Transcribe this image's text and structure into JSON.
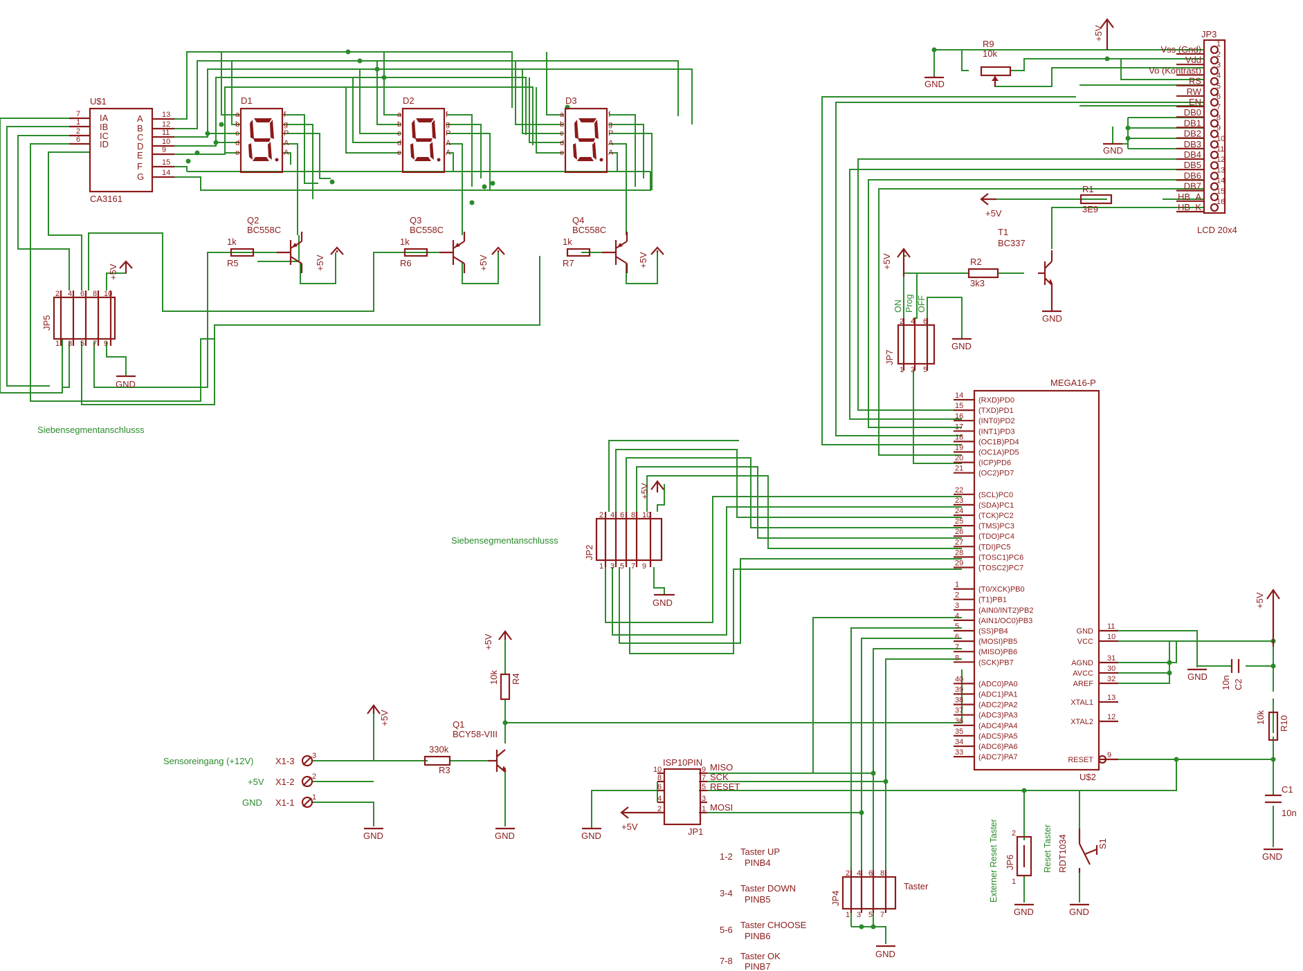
{
  "ic": {
    "u1": {
      "name": "U$1",
      "value": "CA3161",
      "in_pins": [
        "7",
        "1",
        "2",
        "6"
      ],
      "in_names": [
        "IA",
        "IB",
        "IC",
        "ID"
      ],
      "out_names": [
        "A",
        "B",
        "C",
        "D",
        "E",
        "F",
        "G"
      ],
      "out_pins": [
        "13",
        "12",
        "11",
        "10",
        "9",
        "15",
        "14"
      ]
    },
    "u2": {
      "name": "MEGA16-P",
      "value": "U$2",
      "left": [
        {
          "p": "14",
          "n": "(RXD)PD0"
        },
        {
          "p": "15",
          "n": "(TXD)PD1"
        },
        {
          "p": "16",
          "n": "(INT0)PD2"
        },
        {
          "p": "17",
          "n": "(INT1)PD3"
        },
        {
          "p": "18",
          "n": "(OC1B)PD4"
        },
        {
          "p": "19",
          "n": "(OC1A)PD5"
        },
        {
          "p": "20",
          "n": "(ICP)PD6"
        },
        {
          "p": "21",
          "n": "(OC2)PD7"
        },
        {
          "p": "22",
          "n": "(SCL)PC0"
        },
        {
          "p": "23",
          "n": "(SDA)PC1"
        },
        {
          "p": "24",
          "n": "(TCK)PC2"
        },
        {
          "p": "25",
          "n": "(TMS)PC3"
        },
        {
          "p": "26",
          "n": "(TDO)PC4"
        },
        {
          "p": "27",
          "n": "(TDI)PC5"
        },
        {
          "p": "28",
          "n": "(TOSC1)PC6"
        },
        {
          "p": "29",
          "n": "(TOSC2)PC7"
        },
        {
          "p": "1",
          "n": "(T0/XCK)PB0"
        },
        {
          "p": "2",
          "n": "(T1)PB1"
        },
        {
          "p": "3",
          "n": "(AIN0/INT2)PB2"
        },
        {
          "p": "4",
          "n": "(AIN1/OC0)PB3"
        },
        {
          "p": "5",
          "n": "(SS)PB4"
        },
        {
          "p": "6",
          "n": "(MOSI)PB5"
        },
        {
          "p": "7",
          "n": "(MISO)PB6"
        },
        {
          "p": "8",
          "n": "(SCK)PB7"
        },
        {
          "p": "40",
          "n": "(ADC0)PA0"
        },
        {
          "p": "39",
          "n": "(ADC1)PA1"
        },
        {
          "p": "38",
          "n": "(ADC2)PA2"
        },
        {
          "p": "37",
          "n": "(ADC3)PA3"
        },
        {
          "p": "36",
          "n": "(ADC4)PA4"
        },
        {
          "p": "35",
          "n": "(ADC5)PA5"
        },
        {
          "p": "34",
          "n": "(ADC6)PA6"
        },
        {
          "p": "33",
          "n": "(ADC7)PA7"
        }
      ],
      "right": [
        {
          "p": "11",
          "n": "GND"
        },
        {
          "p": "10",
          "n": "VCC"
        },
        {
          "p": "31",
          "n": "AGND"
        },
        {
          "p": "30",
          "n": "AVCC"
        },
        {
          "p": "32",
          "n": "AREF"
        },
        {
          "p": "13",
          "n": "XTAL1"
        },
        {
          "p": "12",
          "n": "XTAL2"
        },
        {
          "p": "9",
          "n": "RESET"
        }
      ]
    }
  },
  "displays": [
    {
      "name": "D1"
    },
    {
      "name": "D2"
    },
    {
      "name": "D3"
    }
  ],
  "seg_pins_left": [
    "a",
    "b",
    "c",
    "d",
    "e"
  ],
  "seg_pins_right": [
    "f",
    "g",
    "P",
    "A",
    "A"
  ],
  "transistors": [
    {
      "name": "Q2",
      "value": "BC558C",
      "r": "R5",
      "rv": "1k"
    },
    {
      "name": "Q3",
      "value": "BC558C",
      "r": "R6",
      "rv": "1k"
    },
    {
      "name": "Q4",
      "value": "BC558C",
      "r": "R7",
      "rv": "1k"
    }
  ],
  "t1": {
    "name": "T1",
    "value": "BC337",
    "r": "R2",
    "rv": "3k3"
  },
  "q1": {
    "name": "Q1",
    "value": "BCY58-VIII",
    "r3": "R3",
    "r3v": "330k",
    "r4": "R4",
    "r4v": "10k"
  },
  "lcd": {
    "name": "JP3",
    "value": "LCD 20x4",
    "r9": "R9",
    "r9v": "10k",
    "r1": "R1",
    "r1v": "3E9",
    "pins": [
      "Vss (Gnd)",
      "Vdd",
      "Vo (Kontrast)",
      "RS",
      "RW",
      "EN",
      "DB0",
      "DB1",
      "DB2",
      "DB3",
      "DB4",
      "DB5",
      "DB6",
      "DB7",
      "HB_A",
      "HB_K"
    ],
    "nums": [
      "1",
      "2",
      "3",
      "4",
      "5",
      "6",
      "7",
      "8",
      "9",
      "10",
      "11",
      "12",
      "13",
      "14",
      "15",
      "16"
    ]
  },
  "jp5": {
    "name": "JP5",
    "top": [
      "2",
      "4",
      "6",
      "8",
      "10"
    ],
    "bot": [
      "1",
      "3",
      "5",
      "7",
      "9"
    ]
  },
  "jp2": {
    "name": "JP2",
    "top": [
      "2",
      "4",
      "6",
      "8",
      "10"
    ],
    "bot": [
      "1",
      "3",
      "5",
      "7",
      "9"
    ]
  },
  "jp7": {
    "name": "JP7",
    "top": [
      "2",
      "4",
      "6"
    ],
    "bot": [
      "1",
      "3",
      "5"
    ],
    "labels": [
      "ON",
      "Prog",
      "OFF"
    ]
  },
  "jp4": {
    "name": "JP4",
    "top": [
      "2",
      "4",
      "6",
      "8"
    ],
    "bot": [
      "1",
      "3",
      "5",
      "7"
    ]
  },
  "jp1": {
    "name": "JP1",
    "title": "ISP10PIN",
    "left": [
      "10",
      "8",
      "6",
      "4",
      "2"
    ],
    "right": [
      "9",
      "7",
      "5",
      "3",
      "1"
    ],
    "nets": [
      "MISO",
      "SCK",
      "RESET",
      "MOSI"
    ]
  },
  "jp6": {
    "name": "JP6",
    "pins": [
      "2",
      "1"
    ],
    "label": "Externer Reset Taster"
  },
  "s1": {
    "name": "S1",
    "value": "RDT1034",
    "label": "Reset Taster"
  },
  "caps": {
    "c1": "C1",
    "c1v": "10n",
    "c2": "C2",
    "c2v": "10n",
    "r10": "R10",
    "r10v": "10k"
  },
  "x1": [
    {
      "label": "Sensoreingang (+12V)",
      "name": "X1-3",
      "pin": "3"
    },
    {
      "label": "+5V",
      "name": "X1-2",
      "pin": "2"
    },
    {
      "label": "GND",
      "name": "X1-1",
      "pin": "1"
    }
  ],
  "labels": {
    "siebA": "Siebensegmentanschlusss",
    "siebB": "Siebensegmentanschlusss",
    "taster": "Taster",
    "gnd": "GND",
    "vcc": "+5V"
  },
  "taster_notes": [
    {
      "k": "1-2",
      "a": "Taster UP",
      "b": "PINB4"
    },
    {
      "k": "3-4",
      "a": "Taster DOWN",
      "b": "PINB5"
    },
    {
      "k": "5-6",
      "a": "Taster CHOOSE",
      "b": "PINB6"
    },
    {
      "k": "7-8",
      "a": "Taster OK",
      "b": "PINB7"
    }
  ]
}
